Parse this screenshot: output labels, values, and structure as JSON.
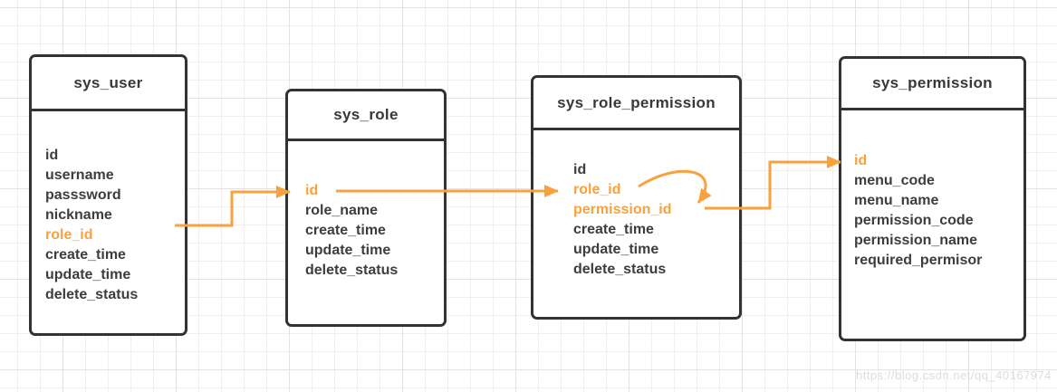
{
  "watermark": "https://blog.csdn.net/qq_40167974",
  "colors": {
    "accent_orange": "#F9A13C",
    "table_border": "#333333",
    "field_text": "#3D3D3D",
    "grid_minor": "#F0F0F0",
    "grid_major": "#E2E2E2",
    "watermark_text": "#DCDCDC"
  },
  "tables": [
    {
      "title": "sys_user",
      "fields": [
        {
          "name": "id",
          "highlight": false
        },
        {
          "name": "username",
          "highlight": false
        },
        {
          "name": "passsword",
          "highlight": false
        },
        {
          "name": "nickname",
          "highlight": false
        },
        {
          "name": "role_id",
          "highlight": true
        },
        {
          "name": "create_time",
          "highlight": false
        },
        {
          "name": "update_time",
          "highlight": false
        },
        {
          "name": "delete_status",
          "highlight": false
        }
      ]
    },
    {
      "title": "sys_role",
      "fields": [
        {
          "name": "id",
          "highlight": true
        },
        {
          "name": "role_name",
          "highlight": false
        },
        {
          "name": "create_time",
          "highlight": false
        },
        {
          "name": "update_time",
          "highlight": false
        },
        {
          "name": "delete_status",
          "highlight": false
        }
      ]
    },
    {
      "title": "sys_role_permission",
      "fields": [
        {
          "name": "id",
          "highlight": false
        },
        {
          "name": "role_id",
          "highlight": true
        },
        {
          "name": "permission_id",
          "highlight": true
        },
        {
          "name": "create_time",
          "highlight": false
        },
        {
          "name": "update_time",
          "highlight": false
        },
        {
          "name": "delete_status",
          "highlight": false
        }
      ]
    },
    {
      "title": "sys_permission",
      "fields": [
        {
          "name": "id",
          "highlight": true
        },
        {
          "name": "menu_code",
          "highlight": false
        },
        {
          "name": "menu_name",
          "highlight": false
        },
        {
          "name": "permission_code",
          "highlight": false
        },
        {
          "name": "permission_name",
          "highlight": false
        },
        {
          "name": "required_permisor",
          "highlight": false
        }
      ]
    }
  ],
  "relations": [
    {
      "from": "sys_user.role_id",
      "to": "sys_role.id",
      "style": "elbow"
    },
    {
      "from": "sys_role.id",
      "to": "sys_role_permission.role_id",
      "style": "straight"
    },
    {
      "from": "sys_role_permission.role_id",
      "to": "sys_role_permission.permission_id",
      "style": "curved"
    },
    {
      "from": "sys_role_permission.permission_id",
      "to": "sys_permission.id",
      "style": "elbow"
    }
  ]
}
